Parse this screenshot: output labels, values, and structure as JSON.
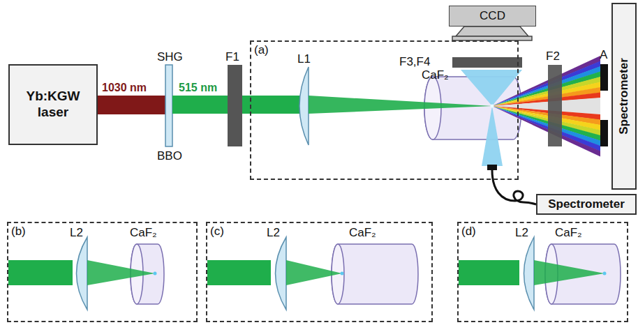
{
  "diagram": {
    "nodes": [
      {
        "text": [
          "Yb:KGW laser"
        ]
      },
      {
        "text": [
          "(a)"
        ]
      },
      {
        "text": [
          "CCD"
        ]
      },
      {
        "text": [
          "Spectrometer"
        ]
      },
      {
        "text": [
          "Spectrometer"
        ]
      },
      {
        "text": [
          "(b)"
        ]
      },
      {
        "text": [
          "(c)"
        ]
      },
      {
        "text": [
          "(d)"
        ]
      }
    ],
    "labels": [
      "1030 nm",
      "515 nm",
      "SHG",
      "BBO",
      "F1",
      "L1",
      "CaF₂",
      "F3,F4",
      "F2",
      "A",
      "L2",
      "CaF₂",
      "L2",
      "CaF₂",
      "L2",
      "CaF₂"
    ]
  }
}
